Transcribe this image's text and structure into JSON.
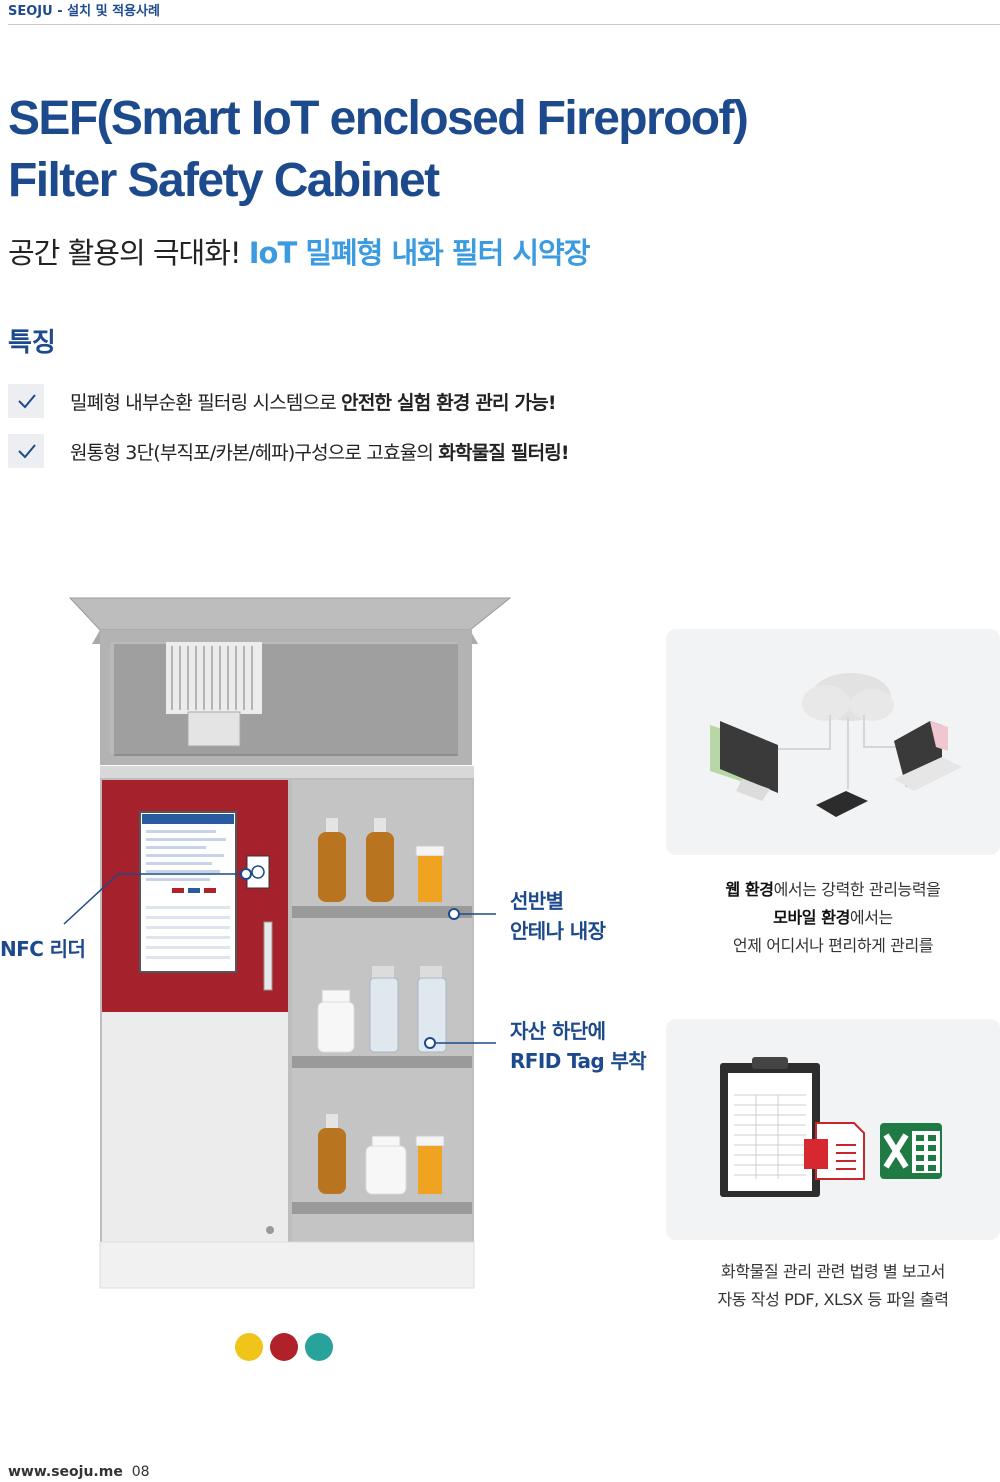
{
  "header": {
    "label": "SEOJU - 설치 및 적용사례"
  },
  "title": {
    "line1": "SEF(Smart IoT enclosed Fireproof)",
    "line2": "Filter Safety Cabinet"
  },
  "subtitle": {
    "normal": "공간 활용의 극대화! ",
    "highlight": "IoT 밀폐형 내화 필터 시약장"
  },
  "features": {
    "heading": "특징",
    "items": [
      {
        "normal": "밀폐형 내부순환 필터링 시스템으로 ",
        "bold": "안전한 실험 환경 관리 가능!"
      },
      {
        "normal": "원통형 3단(부직포/카본/헤파)구성으로 고효율의 ",
        "bold": "화학물질 필터링!"
      }
    ]
  },
  "annotations": {
    "nfc": "NFC 리더",
    "shelf_line1": "선반별",
    "shelf_line2": "안테나 내장",
    "rfid_line1": "자산 하단에",
    "rfid_line2": "RFID Tag 부착"
  },
  "web_card": {
    "line1_bold": "웹 환경",
    "line1_rest": "에서는 강력한 관리능력을",
    "line2_bold": "모바일 환경",
    "line2_rest": "에서는",
    "line3": "언제 어디서나 편리하게 관리를"
  },
  "report_card": {
    "line1": "화학물질 관리 관련 법령 별 보고서",
    "line2": "자동 작성 PDF, XLSX 등 파일 출력"
  },
  "color_dots": [
    "#f0c419",
    "#b02129",
    "#27a39c"
  ],
  "colors": {
    "brand": "#1d4a8c",
    "accent": "#3a9be0",
    "cabinet_red": "#a5212b"
  },
  "footer": {
    "url": "www.seoju.me",
    "page": "08"
  }
}
